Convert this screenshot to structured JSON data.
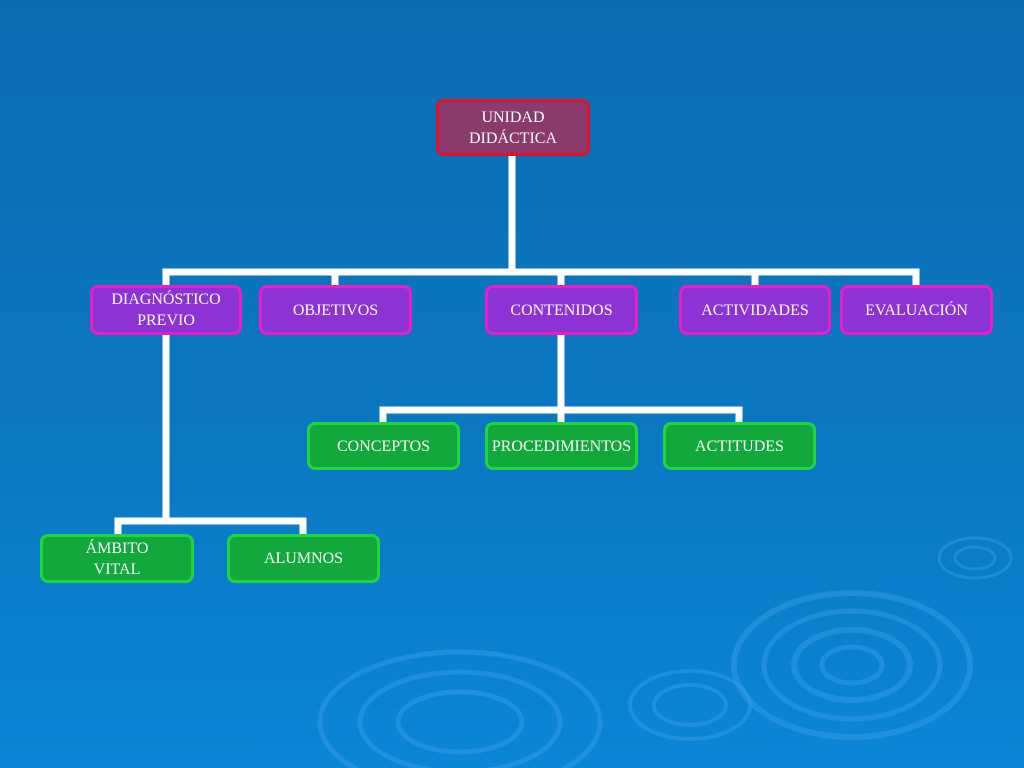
{
  "colors": {
    "background": "#0b74bf",
    "connector": "#ffffff",
    "root_fill": "#8a3a6b",
    "root_border": "#e2102a",
    "level1_fill": "#8d33d6",
    "level1_border": "#e91ec8",
    "level2_fill": "#13a83c",
    "level2_border": "#20d63f"
  },
  "diagram": {
    "root": {
      "label": "UNIDAD\nDIDÁCTICA"
    },
    "level1": [
      {
        "label": "DIAGNÓSTICO\nPREVIO"
      },
      {
        "label": "OBJETIVOS"
      },
      {
        "label": "CONTENIDOS"
      },
      {
        "label": "ACTIVIDADES"
      },
      {
        "label": "EVALUACIÓN"
      }
    ],
    "contenidos_children": [
      {
        "label": "CONCEPTOS"
      },
      {
        "label": "PROCEDIMIENTOS"
      },
      {
        "label": "ACTITUDES"
      }
    ],
    "diagnostico_children": [
      {
        "label": "ÁMBITO\nVITAL"
      },
      {
        "label": "ALUMNOS"
      }
    ]
  }
}
